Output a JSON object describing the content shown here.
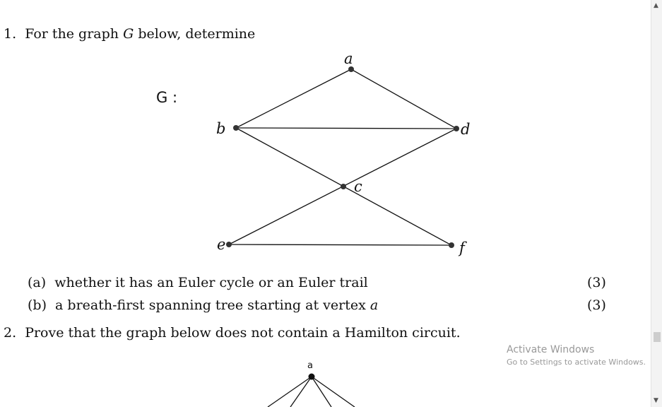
{
  "problem1": {
    "number": "1.",
    "text_before": "For the graph",
    "graph_symbol": "G",
    "text_after": "below, determine",
    "graph_label": "G :",
    "vertices": {
      "a": "a",
      "b": "b",
      "c": "c",
      "d": "d",
      "e": "e",
      "f": "f"
    },
    "parts": [
      {
        "label": "(a)",
        "text": "whether it has an Euler cycle or an Euler trail",
        "var": "",
        "points": "(3)"
      },
      {
        "label": "(b)",
        "text": "a breath-first spanning tree starting at vertex",
        "var": "a",
        "points": "(3)"
      }
    ]
  },
  "problem2": {
    "number": "2.",
    "text": "Prove that the graph below does not contain a Hamilton circuit.",
    "vertex_a": "a"
  },
  "watermark": {
    "title": "Activate Windows",
    "subtitle": "Go to Settings to activate Windows."
  },
  "scrollbar": {
    "up_icon": "▲",
    "down_icon": "▼"
  }
}
